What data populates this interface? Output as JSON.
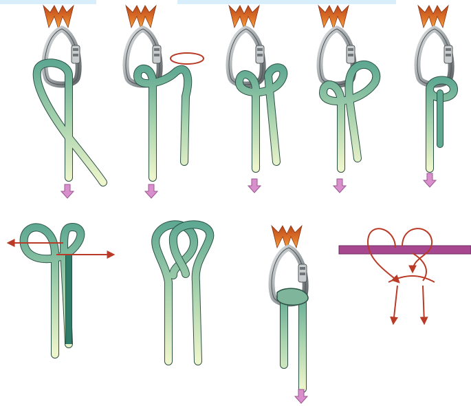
{
  "colors": {
    "top_strip": "#d8eefb",
    "sling_dark": "#b9471b",
    "sling_mid": "#e1772a",
    "sling_light": "#f2b34a",
    "carabiner": "#8e9497",
    "carabiner_light": "#d6dadb",
    "rope_dark": "#3f8f7a",
    "rope_mid": "#8fc39d",
    "rope_light": "#e9f3c8",
    "rope_outline": "#2b5145",
    "arrow_pink": "#d98fcc",
    "red_arrow": "#b93a26",
    "bar_purple": "#a6478f"
  },
  "icons": [
    "sling-icon",
    "carabiner-icon",
    "rope-icon",
    "down-arrow-icon",
    "rotate-arrow-icon",
    "pull-arrow-icon",
    "bar-icon"
  ],
  "steps": [
    {
      "id": "step-1",
      "shows_anchor": true,
      "shows_down_arrow": true
    },
    {
      "id": "step-2",
      "shows_anchor": true,
      "shows_down_arrow": true,
      "shows_rotation": true
    },
    {
      "id": "step-3",
      "shows_anchor": true,
      "shows_down_arrow": true
    },
    {
      "id": "step-4",
      "shows_anchor": true,
      "shows_down_arrow": true
    },
    {
      "id": "step-5",
      "shows_anchor": true,
      "shows_down_arrow": true
    },
    {
      "id": "step-6",
      "shows_anchor": false,
      "shows_pull_arrows": true
    },
    {
      "id": "step-7",
      "shows_anchor": false
    },
    {
      "id": "step-8",
      "shows_anchor": true,
      "shows_down_arrow": true
    },
    {
      "id": "step-9",
      "shows_anchor": false,
      "shows_bar": true,
      "shows_red_path": true
    }
  ]
}
